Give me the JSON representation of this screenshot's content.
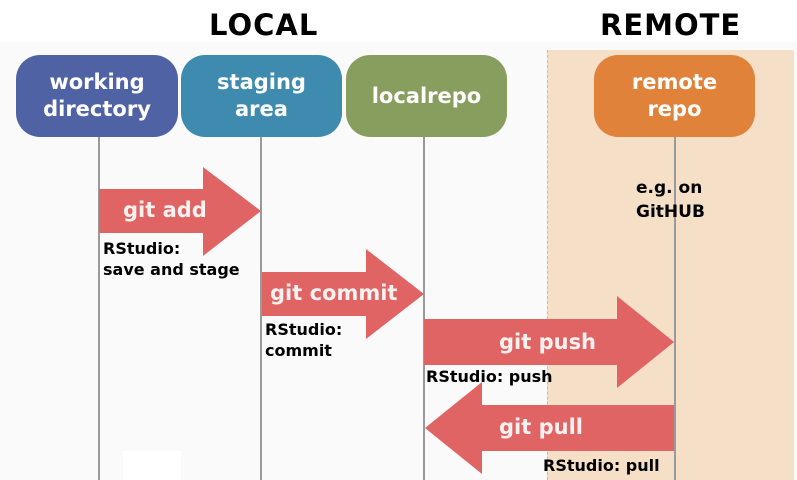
{
  "headings": {
    "local": "LOCAL",
    "remote": "REMOTE"
  },
  "nodes": [
    {
      "id": "working-directory",
      "line1": "working",
      "line2": "directory",
      "color": "#4f62a4"
    },
    {
      "id": "staging-area",
      "line1": "staging",
      "line2": "area",
      "color": "#3f8bb0"
    },
    {
      "id": "localrepo",
      "line1": "localrepo",
      "line2": "",
      "color": "#879e5e"
    },
    {
      "id": "remote-repo",
      "line1": "remote",
      "line2": "repo",
      "color": "#e0823a"
    }
  ],
  "remote_note": {
    "line1": "e.g. on",
    "line2": "GitHUB"
  },
  "arrows": [
    {
      "id": "git-add",
      "label": "git add",
      "direction": "right",
      "from": "working-directory",
      "to": "staging-area",
      "note_line1": "RStudio:",
      "note_line2": "save and stage"
    },
    {
      "id": "git-commit",
      "label": "git commit",
      "direction": "right",
      "from": "staging-area",
      "to": "localrepo",
      "note_line1": "RStudio:",
      "note_line2": "commit"
    },
    {
      "id": "git-push",
      "label": "git push",
      "direction": "right",
      "from": "localrepo",
      "to": "remote-repo",
      "note_line1": "RStudio: push",
      "note_line2": ""
    },
    {
      "id": "git-pull",
      "label": "git pull",
      "direction": "left",
      "from": "remote-repo",
      "to": "localrepo",
      "note_line1": "RStudio: pull",
      "note_line2": ""
    }
  ],
  "colors": {
    "arrow": "#e06464",
    "remote_zone": "#f6dfc7",
    "line": "#9a9a9a"
  }
}
